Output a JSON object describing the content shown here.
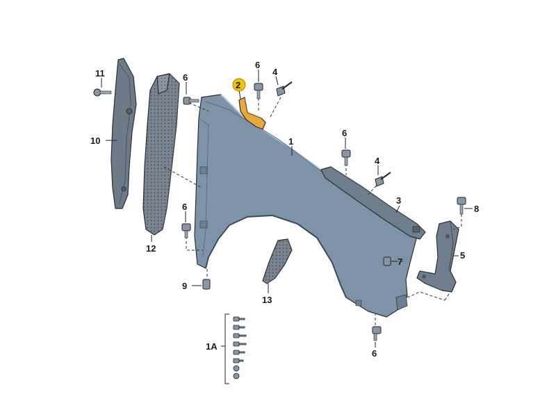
{
  "labels": {
    "p1": "1",
    "p2": "2",
    "p3": "3",
    "p4a": "4",
    "p4b": "4",
    "p5": "5",
    "p6a": "6",
    "p6b": "6",
    "p6c": "6",
    "p6d": "6",
    "p6e": "6",
    "p7": "7",
    "p8": "8",
    "p9": "9",
    "p10": "10",
    "p11": "11",
    "p12": "12",
    "p13": "13",
    "p1a": "1A"
  },
  "colors": {
    "fender": "#7d93a8",
    "fender_dark": "#5b6e80",
    "liner": "#6c7884",
    "highlight_bracket": "#e6a93a",
    "highlight_badge": "#f2c200",
    "hardware": "#8a96a3"
  },
  "icons": {
    "screw": "hex-screw-icon",
    "clip": "push-clip-icon"
  }
}
